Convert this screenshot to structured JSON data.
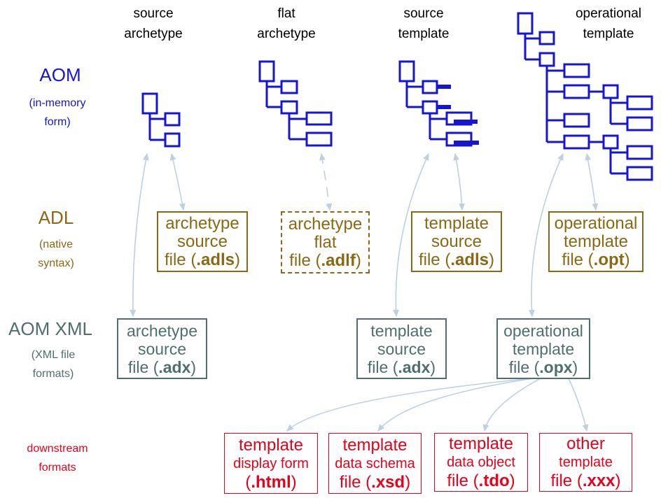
{
  "colors": {
    "aom": "#1515D6",
    "adl": "#8B6914",
    "xml": "#4F6E6E",
    "downstream": "#E8001C",
    "arrow": "#BCD0E0"
  },
  "columns": {
    "source_archetype": [
      "source",
      "archetype"
    ],
    "flat_archetype": [
      "flat",
      "archetype"
    ],
    "source_template": [
      "source",
      "template"
    ],
    "operational_template": [
      "operational",
      "template"
    ]
  },
  "rows": {
    "aom": {
      "title": "AOM",
      "subtitle": [
        "(in-memory",
        "form)"
      ]
    },
    "adl": {
      "title": "ADL",
      "subtitle": [
        "(native",
        "syntax)"
      ]
    },
    "aom_xml": {
      "title": "AOM XML",
      "subtitle": [
        "(XML file",
        "formats)"
      ]
    },
    "downstream": {
      "subtitle": [
        "downstream",
        "formats"
      ]
    }
  },
  "adl_boxes": {
    "archetype_source": {
      "lines": [
        "archetype",
        "source"
      ],
      "prefix": "file (",
      "ext": ".adls",
      "suffix": ")"
    },
    "archetype_flat": {
      "lines": [
        "archetype",
        "flat"
      ],
      "prefix": "file (",
      "ext": ".adlf",
      "suffix": ")"
    },
    "template_source": {
      "lines": [
        "template",
        "source"
      ],
      "prefix": "file (",
      "ext": ".adls",
      "suffix": ")"
    },
    "operational_template": {
      "lines": [
        "operational",
        "template"
      ],
      "prefix": "file (",
      "ext": ".opt",
      "suffix": ")"
    }
  },
  "xml_boxes": {
    "archetype_source": {
      "lines": [
        "archetype",
        "source"
      ],
      "prefix": "file (",
      "ext": ".adx",
      "suffix": ")"
    },
    "template_source": {
      "lines": [
        "template",
        "source"
      ],
      "prefix": "file (",
      "ext": ".adx",
      "suffix": ")"
    },
    "operational_template": {
      "lines": [
        "operational",
        "template"
      ],
      "prefix": "file (",
      "ext": ".opx",
      "suffix": ")"
    }
  },
  "downstream_boxes": {
    "display_form": {
      "line1": "template",
      "line2": "display form",
      "prefix": "(",
      "ext": ".html",
      "suffix": ")"
    },
    "data_schema": {
      "line1": "template",
      "line2": "data schema",
      "prefix": "file (",
      "ext": ".xsd",
      "suffix": ")"
    },
    "data_object": {
      "line1": "template",
      "line2": "data object",
      "prefix": "file (",
      "ext": ".tdo",
      "suffix": ")"
    },
    "other": {
      "line1": "other",
      "line2": "template",
      "prefix": "file (",
      "ext": ".xxx",
      "suffix": ")"
    }
  }
}
